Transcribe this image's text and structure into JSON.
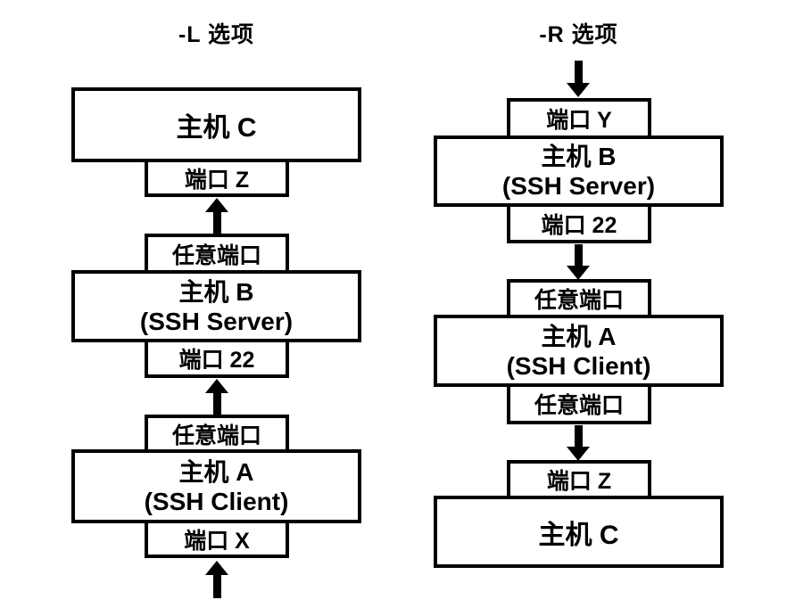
{
  "colors": {
    "line": "#000000",
    "background": "#ffffff",
    "text": "#000000"
  },
  "left_panel": {
    "title": "-L 选项",
    "host_c": "主机 C",
    "port_z": "端口 Z",
    "any_port_upper": "任意端口",
    "host_b_name": "主机 B",
    "host_b_role": "(SSH Server)",
    "port_22": "端口 22",
    "any_port_lower": "任意端口",
    "host_a_name": "主机 A",
    "host_a_role": "(SSH Client)",
    "port_x": "端口 X"
  },
  "right_panel": {
    "title": "-R 选项",
    "port_y": "端口 Y",
    "host_b_name": "主机 B",
    "host_b_role": "(SSH Server)",
    "port_22": "端口 22",
    "any_port_upper": "任意端口",
    "host_a_name": "主机 A",
    "host_a_role": "(SSH Client)",
    "any_port_lower": "任意端口",
    "port_z": "端口 Z",
    "host_c": "主机 C"
  }
}
